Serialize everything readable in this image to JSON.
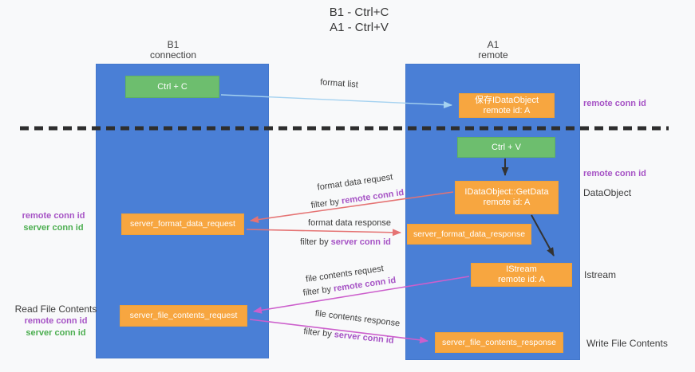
{
  "title": {
    "line1": "B1 - Ctrl+C",
    "line2": "A1 - Ctrl+V"
  },
  "lifelines": {
    "left": {
      "name": "B1",
      "role": "connection"
    },
    "right": {
      "name": "A1",
      "role": "remote"
    }
  },
  "boxes": {
    "ctrl_c": {
      "label": "Ctrl + C"
    },
    "ctrl_v": {
      "label": "Ctrl + V"
    },
    "save_idataobject": {
      "line1": "保存IDataObject",
      "line2": "remote id: A"
    },
    "getdata": {
      "line1": "IDataObject::GetData",
      "line2": "remote id: A"
    },
    "istream": {
      "line1": "IStream",
      "line2": "remote id: A"
    },
    "server_format_data_request": {
      "label": "server_format_data_request"
    },
    "server_format_data_response": {
      "label": "server_format_data_response"
    },
    "server_file_contents_request": {
      "label": "server_file_contents_request"
    },
    "server_file_contents_response": {
      "label": "server_file_contents_response"
    }
  },
  "side_labels": {
    "remote_conn_id": "remote conn id",
    "server_conn_id": "server conn id",
    "dataobject": "DataObject",
    "istream": "Istream",
    "read_file_contents": "Read File Contents",
    "write_file_contents": "Write File Contents"
  },
  "arrow_labels": {
    "format_list": "format list",
    "format_data_request": "format data request",
    "format_data_response": "format data response",
    "file_contents_request": "file contents request",
    "file_contents_response": "file contents response",
    "filter_by": "filter by",
    "remote_conn_id": "remote conn id",
    "server_conn_id": "server conn id"
  },
  "colors": {
    "lifeline_blue": "#4a7fd6",
    "box_orange": "#f7a640",
    "box_green": "#6dbe6e",
    "arrow_salmon": "#e57373",
    "arrow_magenta": "#cc5fcc",
    "arrow_lightblue": "#a5d2f0",
    "arrow_black": "#333333",
    "text_purple": "#a653c5",
    "text_green": "#4cae50"
  }
}
